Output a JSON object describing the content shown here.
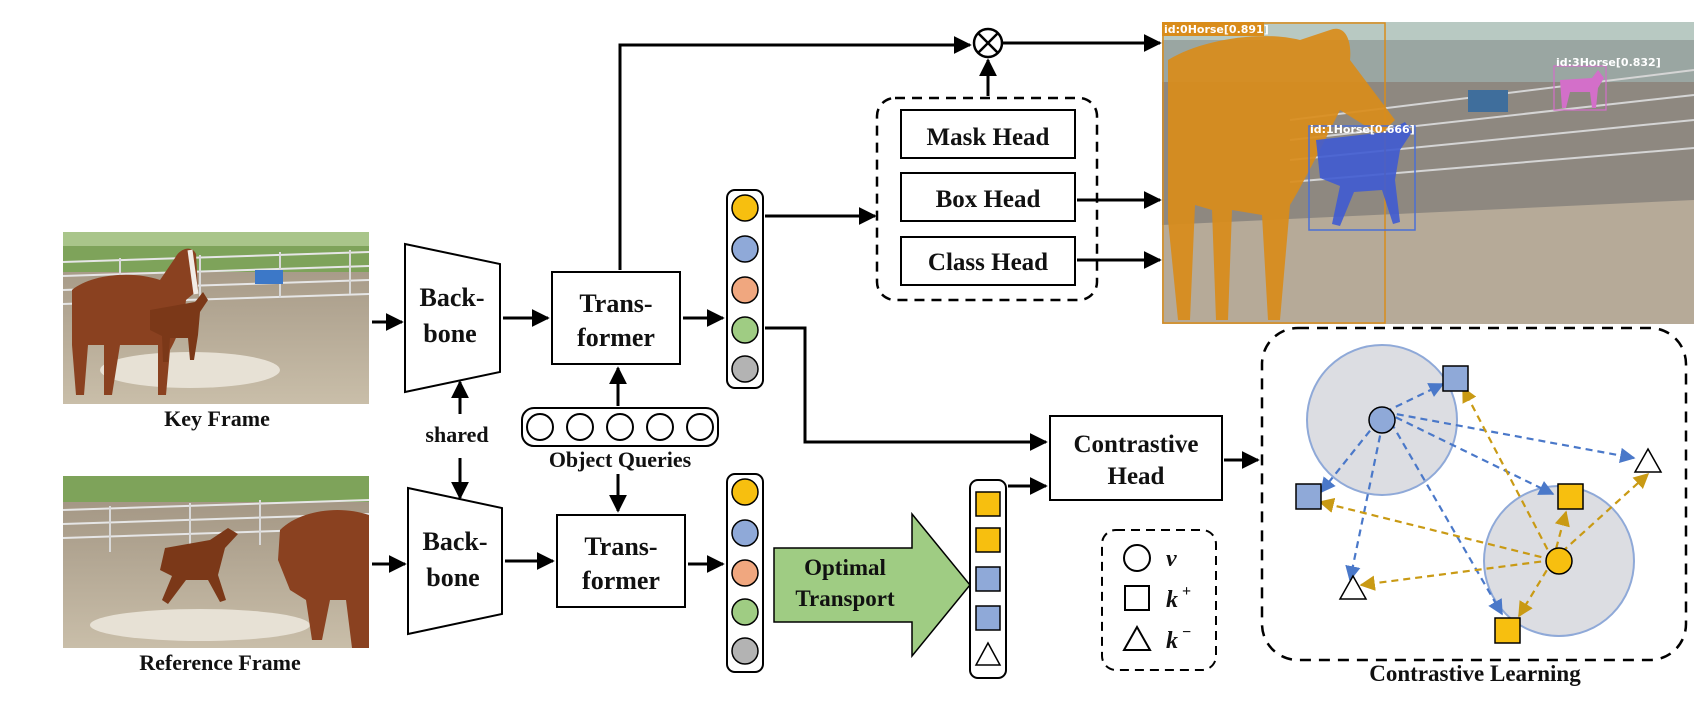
{
  "labels": {
    "key_frame": "Key Frame",
    "reference_frame": "Reference Frame",
    "backbone_top_line1": "Back-",
    "backbone_top_line2": "bone",
    "backbone_bottom_line1": "Back-",
    "backbone_bottom_line2": "bone",
    "shared": "shared",
    "transformer_top_line1": "Trans-",
    "transformer_top_line2": "former",
    "transformer_bottom_line1": "Trans-",
    "transformer_bottom_line2": "former",
    "object_queries": "Object Queries",
    "mask_head": "Mask Head",
    "box_head": "Box Head",
    "class_head": "Class Head",
    "contrastive_head_line1": "Contrastive",
    "contrastive_head_line2": "Head",
    "optimal_transport_line1": "Optimal",
    "optimal_transport_line2": "Transport",
    "contrastive_learning": "Contrastive Learning",
    "legend_v": "v",
    "legend_k_plus": "k",
    "legend_k_plus_sup": "+",
    "legend_k_minus": "k",
    "legend_k_minus_sup": "−",
    "multiply_symbol": "⊗"
  },
  "detections": [
    {
      "label": "id:0Horse[0.891]",
      "color": "#d98c1a"
    },
    {
      "label": "id:1Horse[0.666]",
      "color": "#4a6fd6"
    },
    {
      "label": "id:3Horse[0.832]",
      "color": "#d36fc9"
    }
  ],
  "colors": {
    "query_yellow": "#f7bf0f",
    "query_blue": "#8fa9d8",
    "query_orange": "#f0a77f",
    "query_green": "#9fcc83",
    "query_gray": "#b3b3b3",
    "ot_arrow": "#9fcc83",
    "blue_arrow": "#4a78c9",
    "gold_arrow": "#c99a14",
    "cluster_fill": "#dcdde2"
  },
  "icons": [
    "horse-photo",
    "segmentation-photo",
    "circle-glyph",
    "square-glyph",
    "triangle-glyph",
    "multiply-icon"
  ]
}
